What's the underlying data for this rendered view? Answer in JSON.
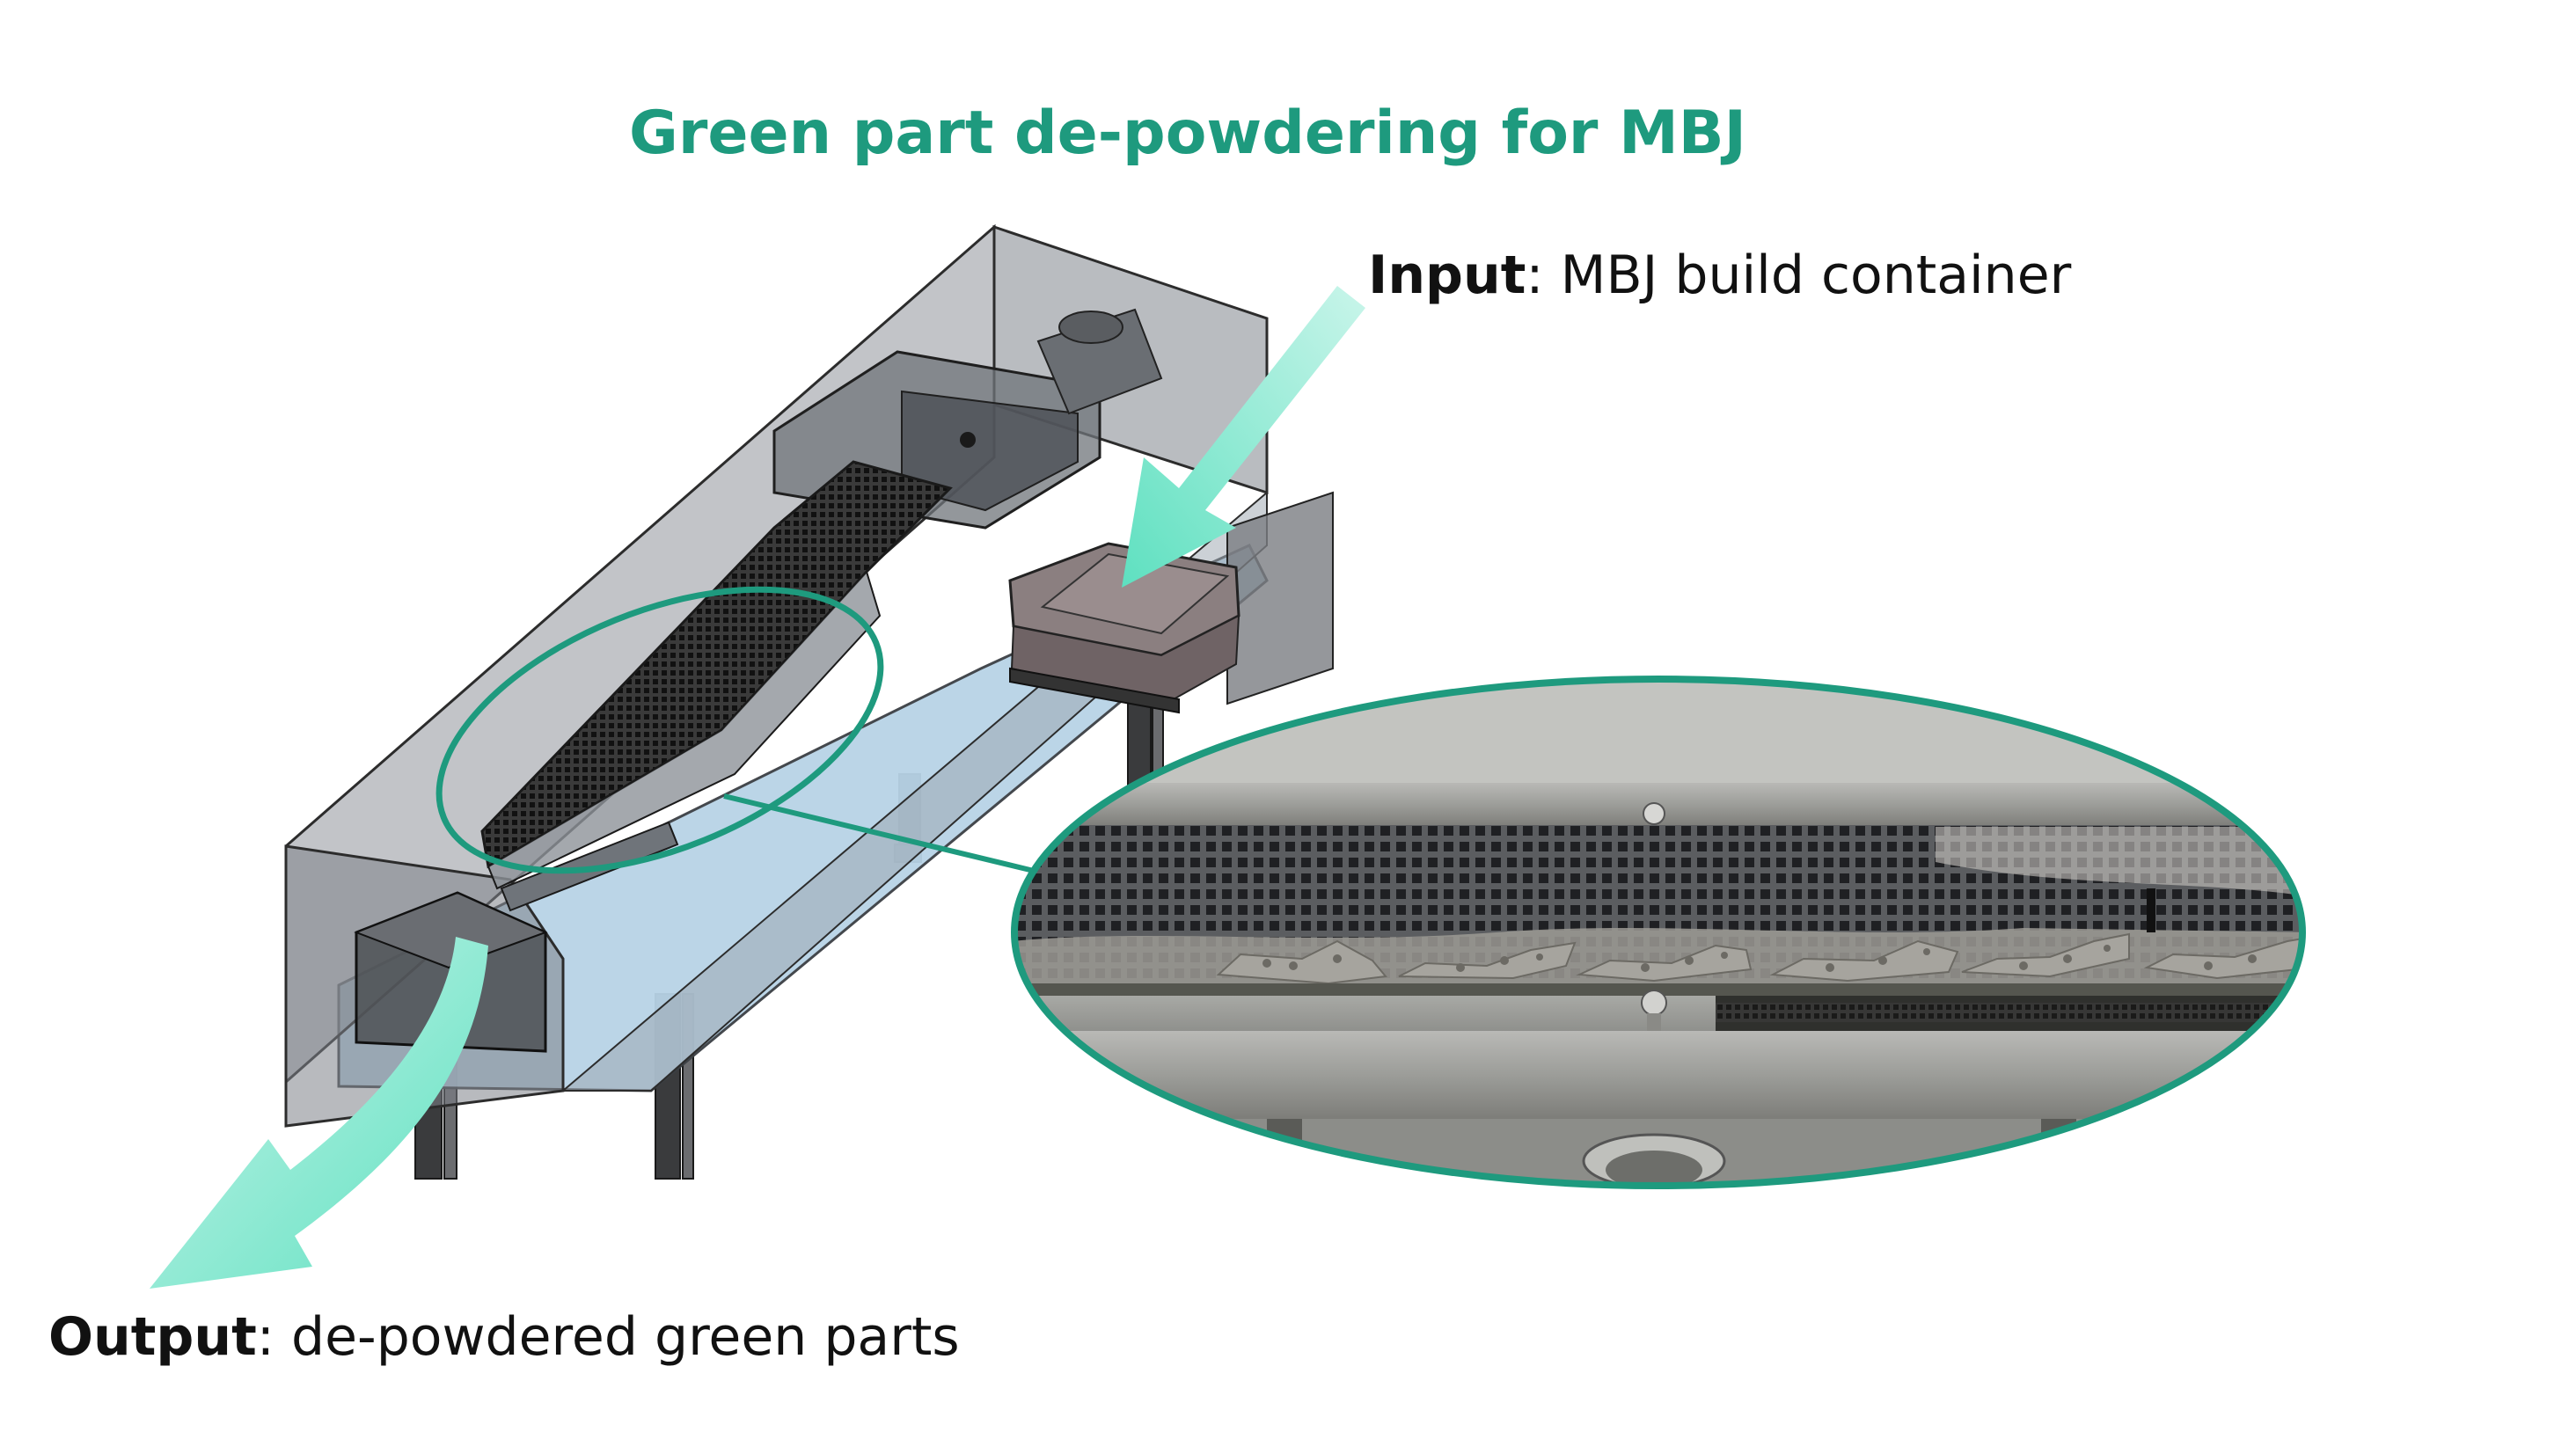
{
  "title": "Green part de-powdering for MBJ",
  "input": {
    "label": "Input",
    "separator": ":",
    "text": " MBJ build container"
  },
  "output": {
    "label": "Output",
    "separator": ":",
    "text": " de-powdered green parts"
  },
  "colors": {
    "title": "#1e9a7e",
    "accent_ellipse": "#1e9a7e",
    "arrow": "#7ee8cf",
    "glass": "#9aa0a8",
    "water": "#b7d3e6",
    "frame": "#2a2a2a"
  }
}
